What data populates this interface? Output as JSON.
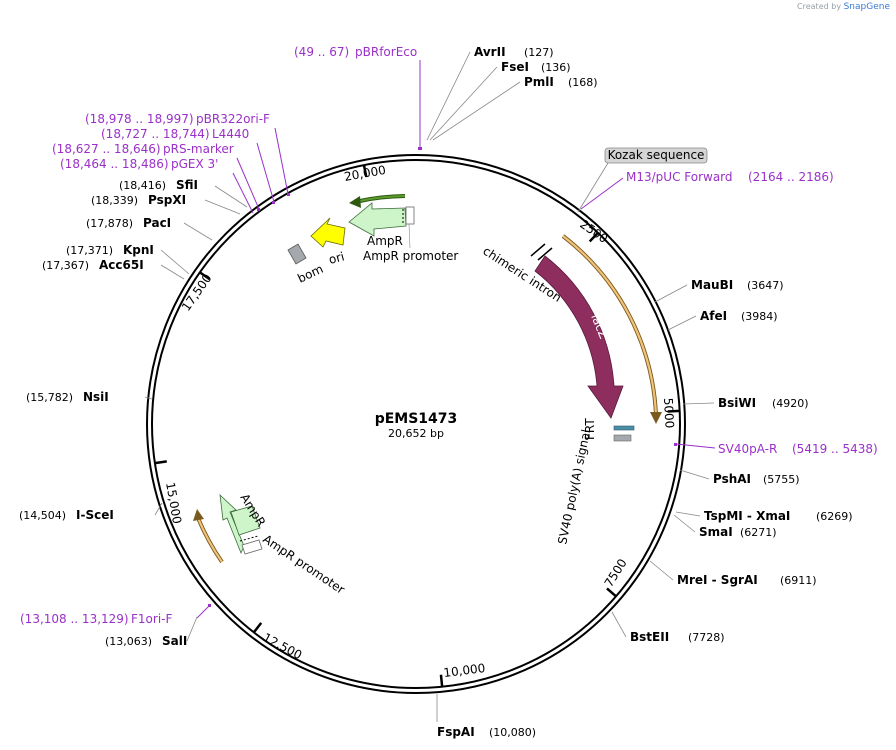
{
  "watermark": {
    "text": "Created by",
    "brand": "SnapGene"
  },
  "plasmid": {
    "name": "pEMS1473",
    "size_label": "20,652 bp",
    "length_bp": 20652
  },
  "ticks": [
    {
      "bp": 20000,
      "label": "20,000"
    },
    {
      "bp": 2500,
      "label": "2500"
    },
    {
      "bp": 5000,
      "label": "5000"
    },
    {
      "bp": 7500,
      "label": "7500"
    },
    {
      "bp": 10000,
      "label": "10,000"
    },
    {
      "bp": 12500,
      "label": "12,500"
    },
    {
      "bp": 15000,
      "label": "15,000"
    },
    {
      "bp": 17500,
      "label": "17,500"
    }
  ],
  "sites": [
    {
      "name": "AvrII",
      "pos": "(127)"
    },
    {
      "name": "FseI",
      "pos": "(136)"
    },
    {
      "name": "PmlI",
      "pos": "(168)"
    },
    {
      "name": "MauBI",
      "pos": "(3647)"
    },
    {
      "name": "AfeI",
      "pos": "(3984)"
    },
    {
      "name": "BsiWI",
      "pos": "(4920)"
    },
    {
      "name": "PshAI",
      "pos": "(5755)"
    },
    {
      "name": "TspMI - XmaI",
      "pos": "(6269)"
    },
    {
      "name": "SmaI",
      "pos": "(6271)"
    },
    {
      "name": "MreI - SgrAI",
      "pos": "(6911)"
    },
    {
      "name": "BstEII",
      "pos": "(7728)"
    },
    {
      "name": "FspAI",
      "pos": "(10,080)"
    },
    {
      "name": "SalI",
      "pos": "(13,063)"
    },
    {
      "name": "I-SceI",
      "pos": "(14,504)"
    },
    {
      "name": "NsiI",
      "pos": "(15,782)"
    },
    {
      "name": "Acc65I",
      "pos": "(17,367)"
    },
    {
      "name": "KpnI",
      "pos": "(17,371)"
    },
    {
      "name": "PacI",
      "pos": "(17,878)"
    },
    {
      "name": "PspXI",
      "pos": "(18,339)"
    },
    {
      "name": "SfiI",
      "pos": "(18,416)"
    }
  ],
  "primers": [
    {
      "range": "(49 .. 67)",
      "name": "pBRforEco"
    },
    {
      "range": "(2164 .. 2186)",
      "name": "M13/pUC Forward"
    },
    {
      "range": "(5419 .. 5438)",
      "name": "SV40pA-R"
    },
    {
      "range": "(13,108 .. 13,129)",
      "name": "F1ori-F"
    },
    {
      "range": "(18,978 .. 18,997)",
      "name": "pBR322ori-F"
    },
    {
      "range": "(18,727 .. 18,744)",
      "name": "L4440"
    },
    {
      "range": "(18,627 .. 18,646)",
      "name": "pRS-marker"
    },
    {
      "range": "(18,464 .. 18,486)",
      "name": "pGEX 3'"
    }
  ],
  "features": {
    "kozak": "Kozak sequence",
    "chimeric_intron": "chimeric intron",
    "lacz": "lacZ",
    "frt": "FRT",
    "sv40": "SV40 poly(A) signal",
    "ampr_top": "AmpR",
    "ampr_promoter_top": "AmpR promoter",
    "ori": "ori",
    "bom": "bom",
    "ampr_bottom": "AmpR",
    "ampr_promoter_bottom": "AmpR promoter"
  },
  "colors": {
    "primer": "#9b30c9",
    "lacz": "#8e2e5e",
    "ampr_fill": "#cdf5c9",
    "ori_fill": "#ffff00",
    "orange_arrow": "#f0c27a",
    "green_arrow": "#5a9b2e",
    "gray_box": "#a5a9ad",
    "frt": "#4a8ea5"
  }
}
